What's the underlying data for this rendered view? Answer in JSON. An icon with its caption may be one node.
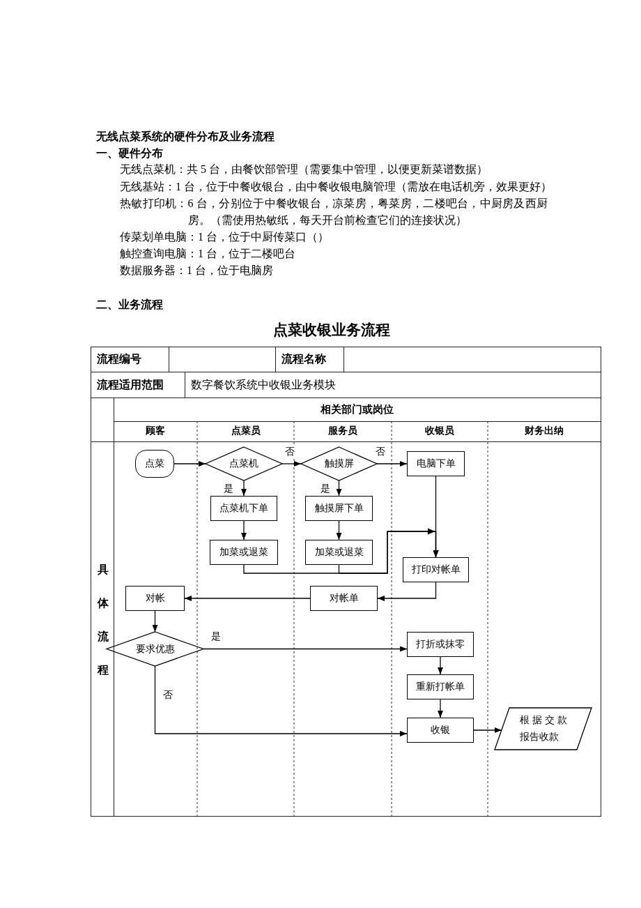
{
  "diagram": {
    "title": "无线点菜系统的硬件分布及业务流程",
    "nodes": [
      {
        "text": [
          "点菜"
        ]
      },
      {
        "text": [
          "点菜机"
        ]
      },
      {
        "text": [
          "触摸屏"
        ]
      },
      {
        "text": [
          "电脑下单"
        ]
      },
      {
        "text": [
          "点菜机下单"
        ]
      },
      {
        "text": [
          "触摸屏下单"
        ]
      },
      {
        "text": [
          "加菜或退菜"
        ]
      },
      {
        "text": [
          "加菜或退菜"
        ]
      },
      {
        "text": [
          "打印对帐单"
        ]
      },
      {
        "text": [
          "对帐"
        ]
      },
      {
        "text": [
          "对帐单"
        ]
      },
      {
        "text": [
          "要求优惠"
        ]
      },
      {
        "text": [
          "打折或抹零"
        ]
      },
      {
        "text": [
          "重新打帐单"
        ]
      },
      {
        "text": [
          "收银"
        ]
      },
      {
        "text": [
          "根据交款报告收款"
        ]
      }
    ],
    "edges": [
      {
        "from": 0,
        "to": 1,
        "arrow": "to"
      },
      {
        "from": 1,
        "to": 2,
        "arrow": "to",
        "label": "否"
      },
      {
        "from": 2,
        "to": 3,
        "arrow": "to",
        "label": "否"
      },
      {
        "from": 1,
        "to": 4,
        "arrow": "to",
        "label": "是"
      },
      {
        "from": 2,
        "to": 5,
        "arrow": "to",
        "label": "是"
      },
      {
        "from": 4,
        "to": 6,
        "arrow": "to"
      },
      {
        "from": 5,
        "to": 7,
        "arrow": "to"
      },
      {
        "from": 6,
        "to": 8,
        "arrow": "to"
      },
      {
        "from": 7,
        "to": 8,
        "arrow": "to"
      },
      {
        "from": 3,
        "to": 8,
        "arrow": "to"
      },
      {
        "from": 8,
        "to": 10,
        "arrow": "to"
      },
      {
        "from": 10,
        "to": 9,
        "arrow": "to"
      },
      {
        "from": 9,
        "to": 11,
        "arrow": "to"
      },
      {
        "from": 11,
        "to": 12,
        "arrow": "to",
        "label": "是"
      },
      {
        "from": 11,
        "to": 14,
        "arrow": "to",
        "label": "否"
      },
      {
        "from": 12,
        "to": 13,
        "arrow": "to"
      },
      {
        "from": 13,
        "to": 14,
        "arrow": "to"
      },
      {
        "from": 14,
        "to": 15,
        "arrow": "to"
      }
    ],
    "labels": [
      "一、硬件分布",
      "无线点菜机：共 5 台，由餐饮部管理（需要集中管理，以便更新菜谱数据）",
      "无线基站：1 台，位于中餐收银台，由中餐收银电脑管理（需放在电话机旁，效果更好）",
      "热敏打印机：6 台，分别位于中餐收银台，凉菜房，粤菜房，二楼吧台，中厨房及西厨房。（需使用热敏纸，每天开台前检查它们的连接状况）",
      "传菜划单电脑：1 台，位于中厨传菜口（）",
      "触控查询电脑：1 台，位于二楼吧台",
      "数据服务器：1 台，位于电脑房",
      "二、业务流程",
      "点菜收银业务流程",
      "流程编号",
      "流程名称",
      "流程适用范围",
      "数字餐饮系统中收银业务模块",
      "相关部门或岗位",
      "顾客",
      "点菜员",
      "服务员",
      "收银员",
      "财务出纳",
      "具体流程"
    ]
  }
}
